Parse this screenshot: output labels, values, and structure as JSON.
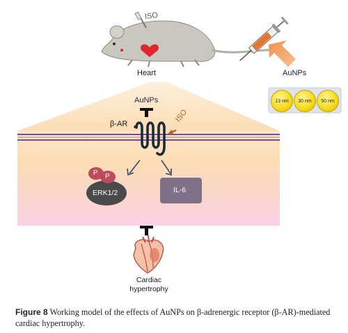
{
  "diagram": {
    "iso_syringe_label": "ISO",
    "heart_label": "Heart",
    "aunps_side_label": "AuNPs",
    "sizes": [
      "13 nm",
      "30 nm",
      "50 nm"
    ],
    "aunps_center_label": "AuNPs",
    "receptor_label": "β-AR",
    "iso_receptor_label": "ISO",
    "phospho_labels": [
      "P",
      "P"
    ],
    "erk_label": "ERK1/2",
    "il6_label": "IL-6",
    "outcome_label_line1": "Cardiac",
    "outcome_label_line2": "hypertrophy",
    "colors": {
      "cell_top": "#fbdcae",
      "cell_bottom": "#f9d3e4",
      "membrane": "#7d4b93",
      "erk": "#4a4a4a",
      "il6": "#7f7189",
      "phospho": "#c0495b",
      "bubble": "#f7dc1e",
      "arrow_orange": "#f4b27a"
    }
  },
  "caption": {
    "figure_label": "Figure 8",
    "text": "Working model of the effects of AuNPs on β-adrenergic receptor (β-AR)-mediated cardiac hypertrophy."
  }
}
